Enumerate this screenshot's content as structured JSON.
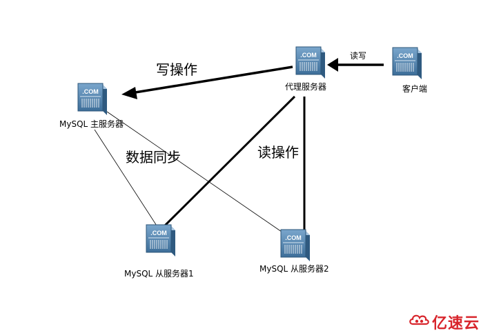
{
  "nodes": {
    "proxy": {
      "label": "代理服务器"
    },
    "client": {
      "label": "客户端"
    },
    "master": {
      "label": "MySQL 主服务器"
    },
    "slave1": {
      "label": "MySQL 从服务器1"
    },
    "slave2": {
      "label": "MySQL 从服务器2"
    }
  },
  "server_icon": {
    "badge": ".COM",
    "icon": "server-icon",
    "color": "#4f7fa8"
  },
  "edges": {
    "read_write": "读写",
    "write_op": "写操作",
    "read_op": "读操作",
    "data_sync": "数据同步"
  },
  "watermark": {
    "text": "亿速云",
    "color": "#d8252c"
  }
}
